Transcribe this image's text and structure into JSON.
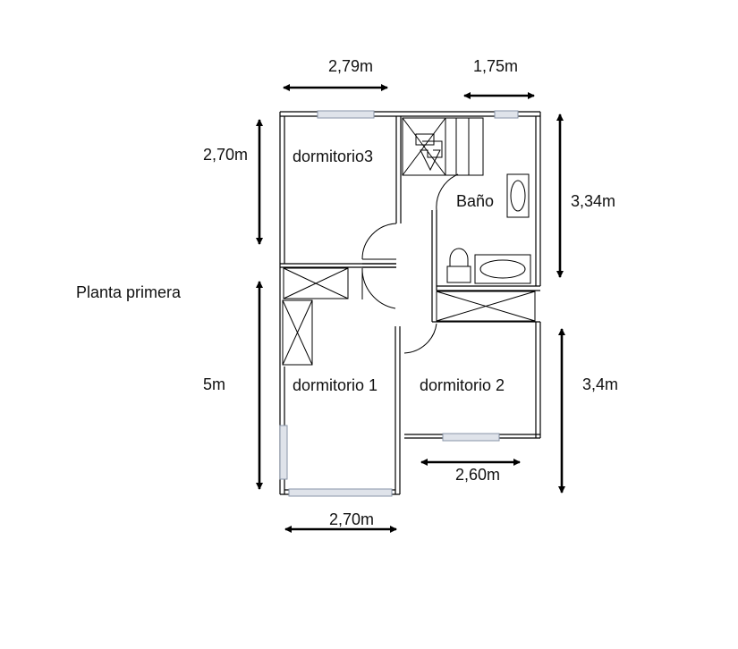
{
  "title": "Planta primera",
  "rooms": {
    "dormitorio3": "dormitorio3",
    "bano": "Baño",
    "dormitorio1": "dormitorio 1",
    "dormitorio2": "dormitorio 2"
  },
  "dimensions": {
    "top_left_width": "2,79m",
    "top_right_width": "1,75m",
    "left_top_height": "2,70m",
    "right_top_height": "3,34m",
    "left_bottom_height": "5m",
    "right_bottom_height": "3,4m",
    "bottom_right_width": "2,60m",
    "bottom_left_width": "2,70m"
  },
  "colors": {
    "walls": "#000000",
    "windows": "#dfe3ea",
    "window_edge": "#8a96a8"
  }
}
